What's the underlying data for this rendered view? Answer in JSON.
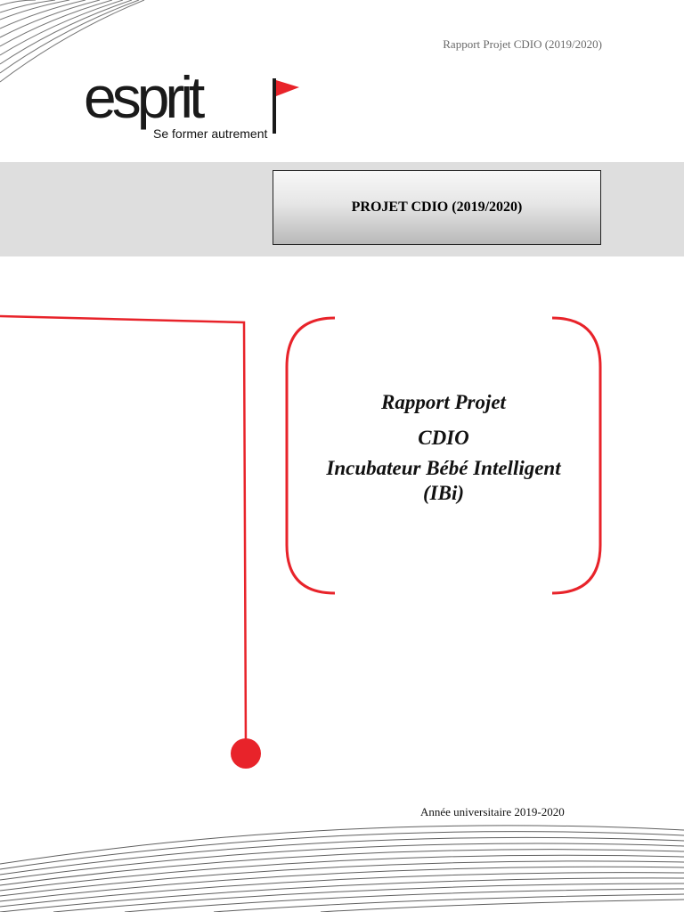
{
  "header": {
    "report_label": "Rapport Projet CDIO (2019/2020)"
  },
  "logo": {
    "wordmark": "esprit",
    "tagline": "Se former autrement",
    "accent_color": "#e8232a"
  },
  "banner": {
    "project_title": "PROJET CDIO (2019/2020)"
  },
  "title": {
    "line1": "Rapport Projet",
    "line2": "CDIO",
    "line3": "Incubateur Bébé Intelligent",
    "line4": "(IBi)"
  },
  "footer": {
    "academic_year": "Année universitaire 2019-2020"
  },
  "colors": {
    "accent_red": "#e8232a",
    "band_grey": "#dedede"
  }
}
